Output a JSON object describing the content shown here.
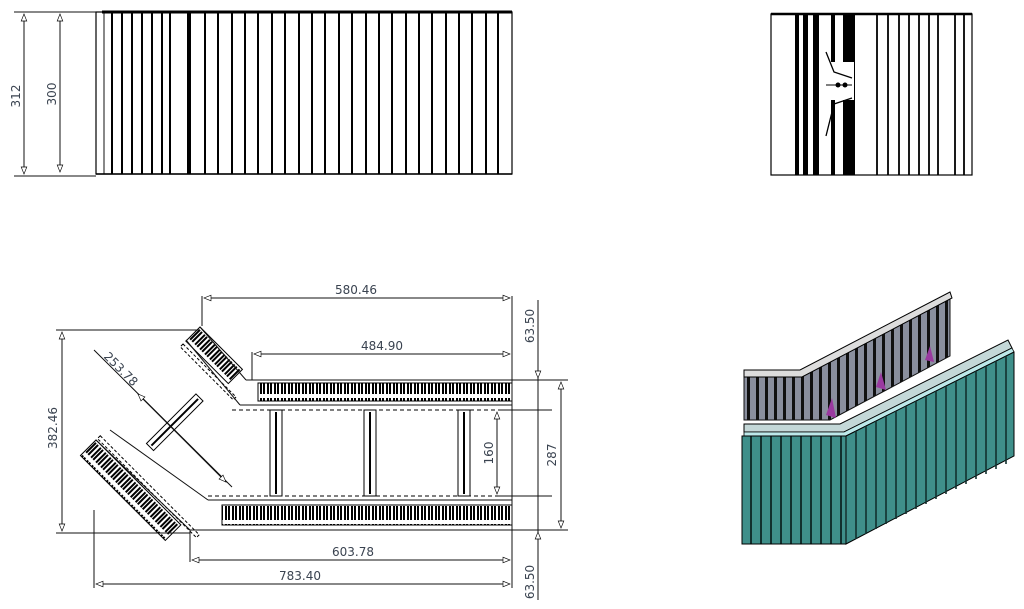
{
  "drawing": {
    "views": {
      "front_view": {
        "name": "front-elevation"
      },
      "side_view": {
        "name": "side-elevation"
      },
      "top_view": {
        "name": "plan-view"
      },
      "iso_view": {
        "name": "isometric-3d-view"
      }
    },
    "dimensions": {
      "front_total_height": "312",
      "front_panel_height": "300",
      "plan_top_outer_length": "580.46",
      "plan_top_inner_length": "484.90",
      "plan_bottom_inner_length": "603.78",
      "plan_bottom_outer_length": "783.40",
      "plan_total_depth": "382.46",
      "plan_angled_length": "253.78",
      "plan_core_width": "160",
      "plan_wall_width": "287",
      "plan_top_offset": "63.50",
      "plan_bottom_offset": "63.50"
    },
    "colors": {
      "line": "#000000",
      "dim_text": "#3a4350",
      "iso_face": "#3f8f8a",
      "iso_dark": "#1a2a2a",
      "iso_inner": "#8a8f9e",
      "iso_accent": "#9a3aa0"
    }
  }
}
